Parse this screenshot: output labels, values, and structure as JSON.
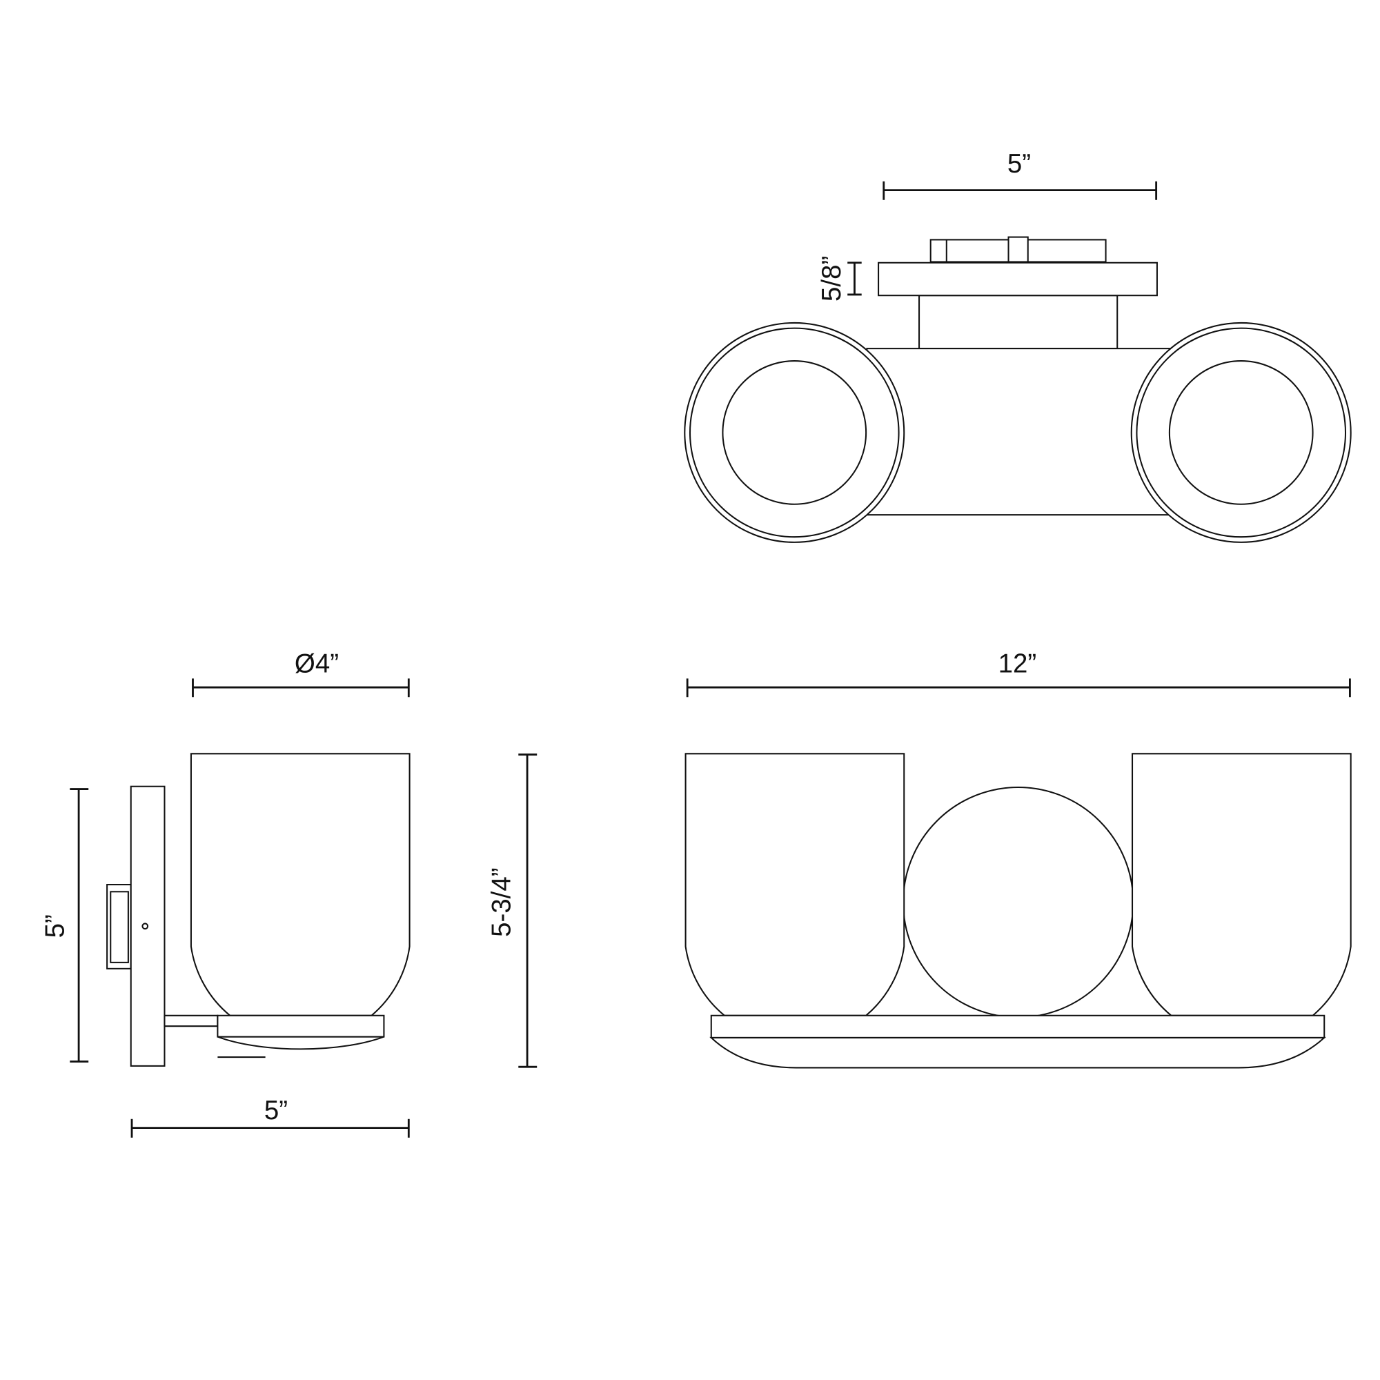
{
  "dimensions": {
    "top_width": "5”",
    "canopy_depth": "5/8”",
    "shade_diameter": "Ø4”",
    "overall_width": "12”",
    "side_height": "5”",
    "overall_height": "5-3/4”",
    "side_depth": "5”"
  },
  "colors": {
    "line": "#111111",
    "background": "#ffffff"
  }
}
